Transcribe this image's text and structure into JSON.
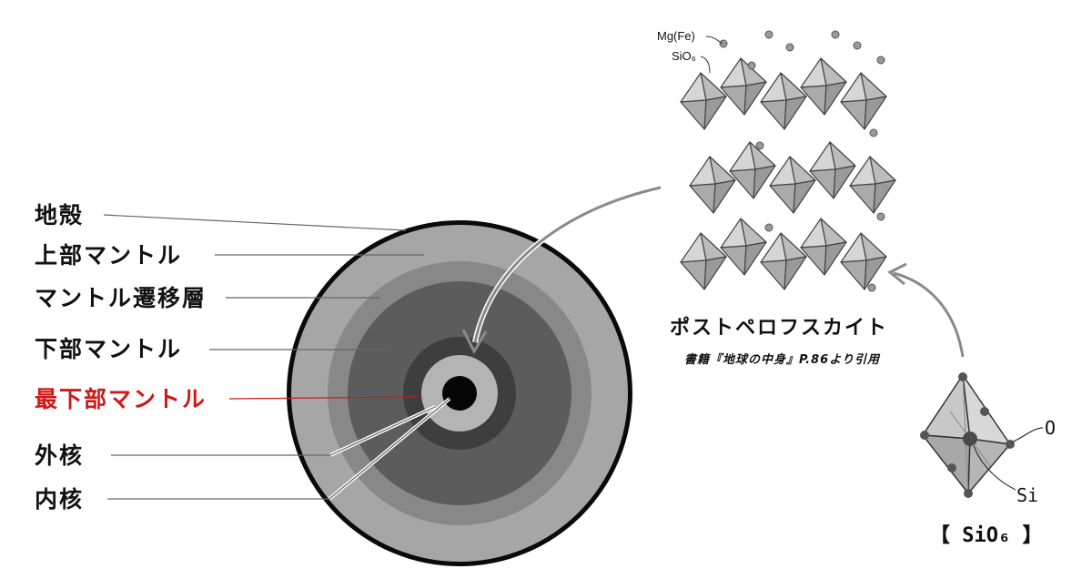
{
  "earth_layers": [
    {
      "label": "地殻",
      "color": "#0a0a0a",
      "highlight": false
    },
    {
      "label": "上部マントル",
      "color": "#a6a6a6",
      "highlight": false
    },
    {
      "label": "マントル遷移層",
      "color": "#888888",
      "highlight": false
    },
    {
      "label": "下部マントル",
      "color": "#5c5c5c",
      "highlight": false
    },
    {
      "label": "最下部マントル",
      "color": "#3e3e3e",
      "highlight": true
    },
    {
      "label": "外核",
      "color": "#b4b4b4",
      "highlight": false
    },
    {
      "label": "内核",
      "color": "#050505",
      "highlight": false
    }
  ],
  "post_perovskite": {
    "title": "ポストペロフスカイト",
    "citation": "書籍『地球の中身』P.86より引用",
    "crystal_labels": {
      "mg": "Mg(Fe)",
      "sio": "SiO₆"
    }
  },
  "sio6": {
    "label_o": "O",
    "label_si": "Si",
    "caption": "【 SiO₆ 】"
  },
  "colors": {
    "highlight": "#d01818",
    "octahedron_fill": "#c4c4c4",
    "octahedron_stroke": "#444444",
    "arrow": "#8a8a8a"
  }
}
